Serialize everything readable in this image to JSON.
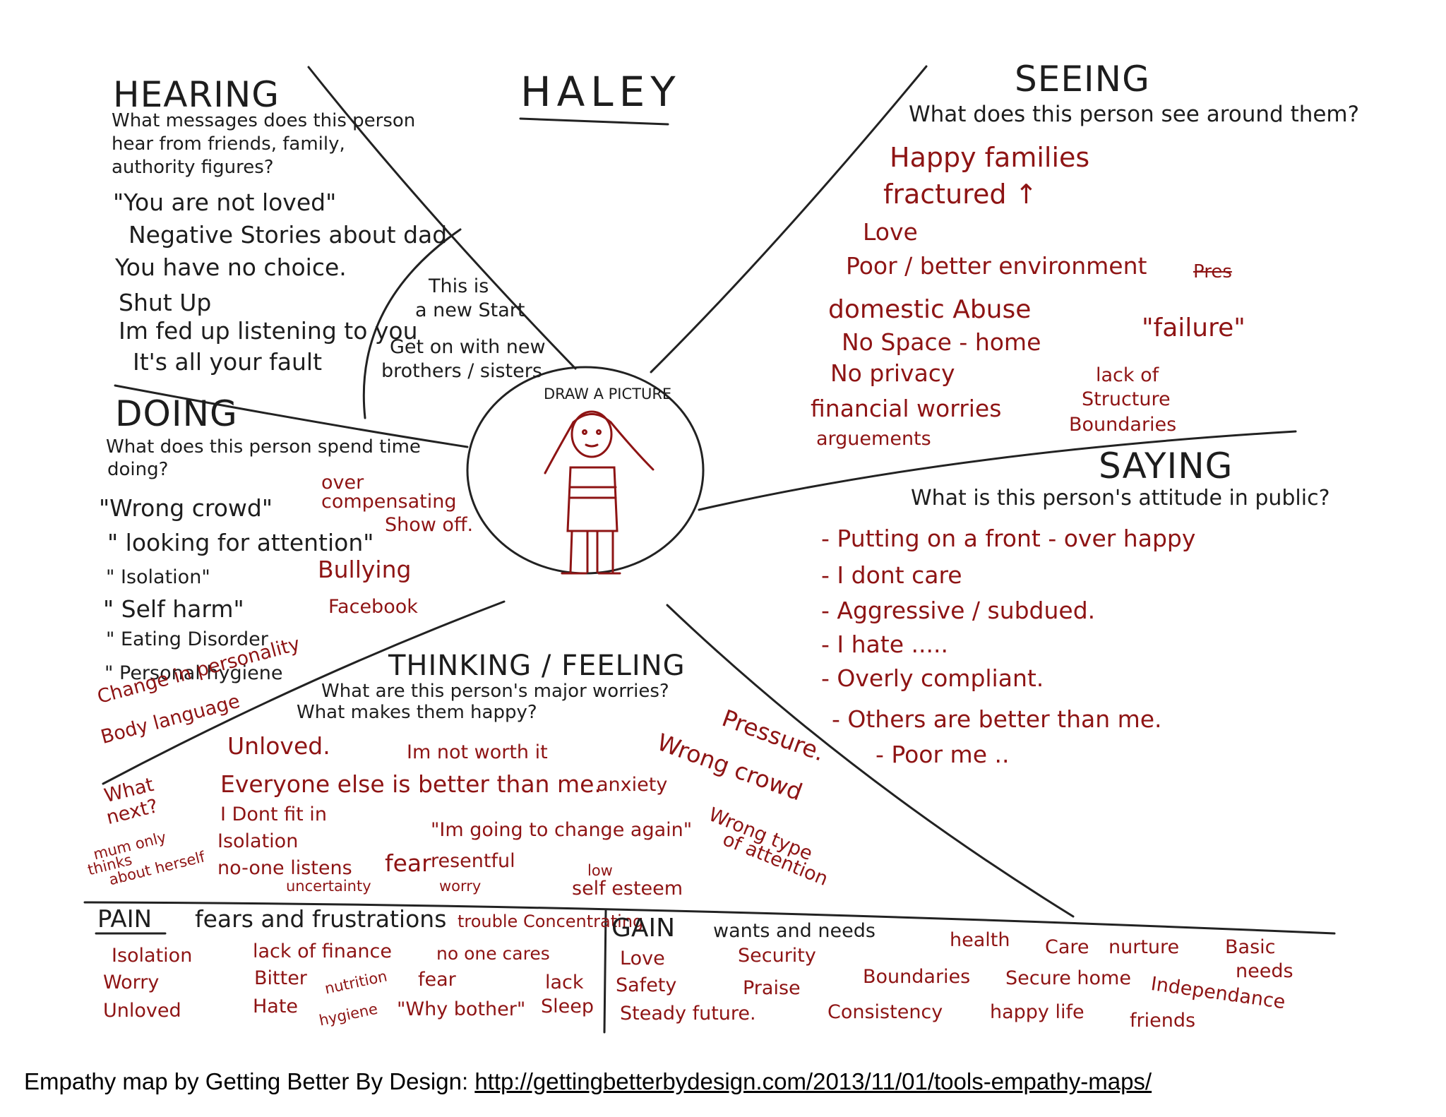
{
  "title": "HALEY",
  "center": {
    "label": "DRAW A PICTURE"
  },
  "hearing": {
    "heading": "HEARING",
    "question": [
      "What messages does this person",
      "hear from friends, family,",
      "authority figures?"
    ],
    "items": [
      "\"You are not loved\"",
      "Negative Stories about dad",
      "You have no choice.",
      "Shut Up",
      "Im fed up listening to you",
      "It's all your fault"
    ],
    "side": [
      "This is",
      "a new Start",
      "Get on with new",
      "brothers / sisters"
    ]
  },
  "seeing": {
    "heading": "SEEING",
    "question": "What does this person see around them?",
    "items": [
      "Happy families",
      "fractured ↑",
      "Love",
      "Poor / better environment",
      "domestic Abuse",
      "No Space - home",
      "No privacy",
      "financial worries",
      "arguements"
    ],
    "struck": "Pres",
    "right": [
      "\"failure\"",
      "lack of",
      "Structure",
      "Boundaries"
    ]
  },
  "doing": {
    "heading": "DOING",
    "question": [
      "What does this person spend time",
      "doing?"
    ],
    "items": [
      "\"Wrong crowd\"",
      "\" looking for attention\"",
      "\" Isolation\"",
      "\" Self harm\"",
      "\" Eating Disorder",
      "\" Personal hygiene",
      "Change in personality",
      "Body language"
    ],
    "right": [
      "over",
      "compensating",
      "Show off.",
      "Bullying",
      "Facebook"
    ]
  },
  "saying": {
    "heading": "SAYING",
    "question": "What is this person's attitude in public?",
    "items": [
      "- Putting on a front - over happy",
      "- I dont care",
      "- Aggressive / subdued.",
      "- I hate .....",
      "- Overly compliant.",
      "- Others are better than me.",
      "- Poor me .."
    ]
  },
  "thinking": {
    "heading": "THINKING / FEELING",
    "question": [
      "What are this person's major worries?",
      "What makes them happy?"
    ],
    "items": [
      "Unloved.",
      "Im not worth it",
      "Everyone else is better than me.",
      "anxiety",
      "I Dont fit in",
      "Isolation",
      "\"Im going to change again\"",
      "no-one listens",
      "fear",
      "resentful",
      "uncertainty",
      "worry",
      "low",
      "self esteem",
      "Pressure.",
      "Wrong crowd",
      "Wrong type",
      "of attention"
    ],
    "left": [
      "What",
      "next?",
      "mum only",
      "thinks",
      "about herself"
    ]
  },
  "pain": {
    "heading": "PAIN",
    "subheading": "fears and frustrations",
    "items": [
      "trouble Concentrating",
      "Isolation",
      "lack of finance",
      "no one cares",
      "Worry",
      "Bitter",
      "nutrition",
      "fear",
      "lack",
      "Sleep",
      "Unloved",
      "Hate",
      "hygiene",
      "\"Why bother\""
    ]
  },
  "gain": {
    "heading": "GAIN",
    "subheading": "wants and needs",
    "items": [
      "health",
      "Care",
      "nurture",
      "Basic",
      "needs",
      "Love",
      "Security",
      "Safety",
      "Praise",
      "Boundaries",
      "Secure home",
      "Independance",
      "Steady future.",
      "Consistency",
      "happy life",
      "friends"
    ]
  },
  "footer": {
    "text": "Empathy map by Getting Better By Design:",
    "link": "http://gettingbetterbydesign.com/2013/11/01/tools-empathy-maps/"
  },
  "colors": {
    "ink": "#1d1d1d",
    "red_ink": "#8e1414",
    "background": "#ffffff"
  }
}
